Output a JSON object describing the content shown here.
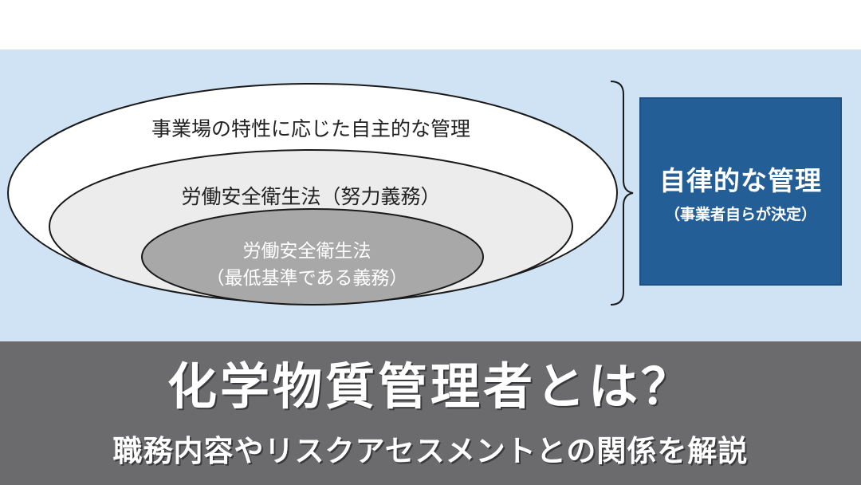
{
  "diagram": {
    "outer_label": "事業場の特性に応じた自主的な管理",
    "middle_label": "労働安全衛生法（努力義務）",
    "inner_label_line1": "労働安全衛生法",
    "inner_label_line2": "（最低基準である義務）",
    "result_title": "自律的な管理",
    "result_subtitle": "（事業者自らが決定）",
    "colors": {
      "panel": "#cfe3f4",
      "outer_fill": "#ffffff",
      "middle_fill": "#ececec",
      "inner_fill": "#a8a8a8",
      "result_box": "#235f96"
    }
  },
  "caption": {
    "title": "化学物質管理者とは？",
    "subtitle": "職務内容やリスクアセスメントとの関係を解説"
  }
}
